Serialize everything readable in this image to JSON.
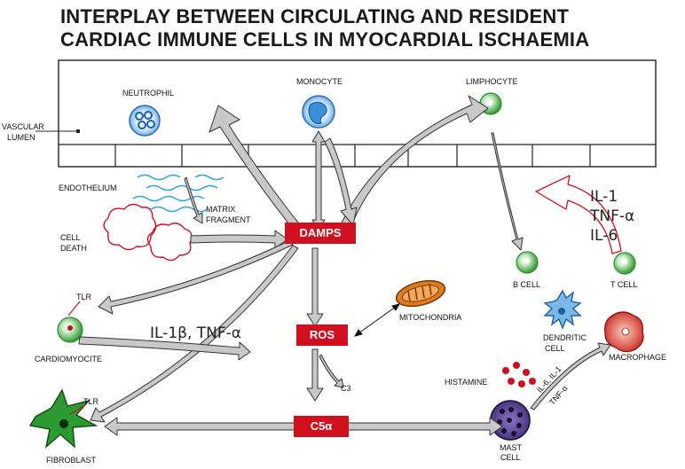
{
  "title": {
    "line1": "INTERPLAY BETWEEN CIRCULATING AND RESIDENT",
    "line2": "CARDIAC IMMUNE CELLS IN MYOCARDIAL ISCHAEMIA"
  },
  "labels": {
    "neutrophil": "NEUTROPHIL",
    "monocyte": "MONOCYTE",
    "limphocyte": "LIMPHOCYTE",
    "vascular": "VASCULAR",
    "lumen": "LUMEN",
    "endothelium": "ENDOTHELIUM",
    "matrix": "MATRIX",
    "fragment": "FRAGMENT",
    "cell": "CELL",
    "death": "DEATH",
    "tlr_top": "TLR",
    "cardiomyocite": "CARDIOMYOCITE",
    "tlr_bottom": "TLR",
    "fibroblast": "FIBROBLAST",
    "mitochondria": "MITOCHONDRIA",
    "c3": "C3",
    "histamine": "HISTAMINE",
    "mast": "MAST",
    "mast_cell": "CELL",
    "b_cell": "B CELL",
    "t_cell": "T CELL",
    "dendritic": "DENDRITIC",
    "dendritic_cell": "CELL",
    "macrophage": "MACROPHAGE"
  },
  "boxes": {
    "damps": "DAMPS",
    "ros": "ROS",
    "c5a": "C5α"
  },
  "cytokines": {
    "il1": "IL-1",
    "tnf": "TNF-α",
    "il6": "IL-6",
    "il1b_tnf": "IL-1β, TNF-α",
    "mast_line1": "IL-6, IL-1",
    "mast_line2": "TNF-α"
  },
  "colors": {
    "box_red": "#d0101e",
    "arrow_gray": "#c8c8c8",
    "cell_green": "#3aa43a",
    "neutrophil_blue": "#3a8fd6",
    "dots_red": "#cc1020",
    "mast_purple": "#3d2a6b",
    "macrophage_red": "#d8302a"
  }
}
